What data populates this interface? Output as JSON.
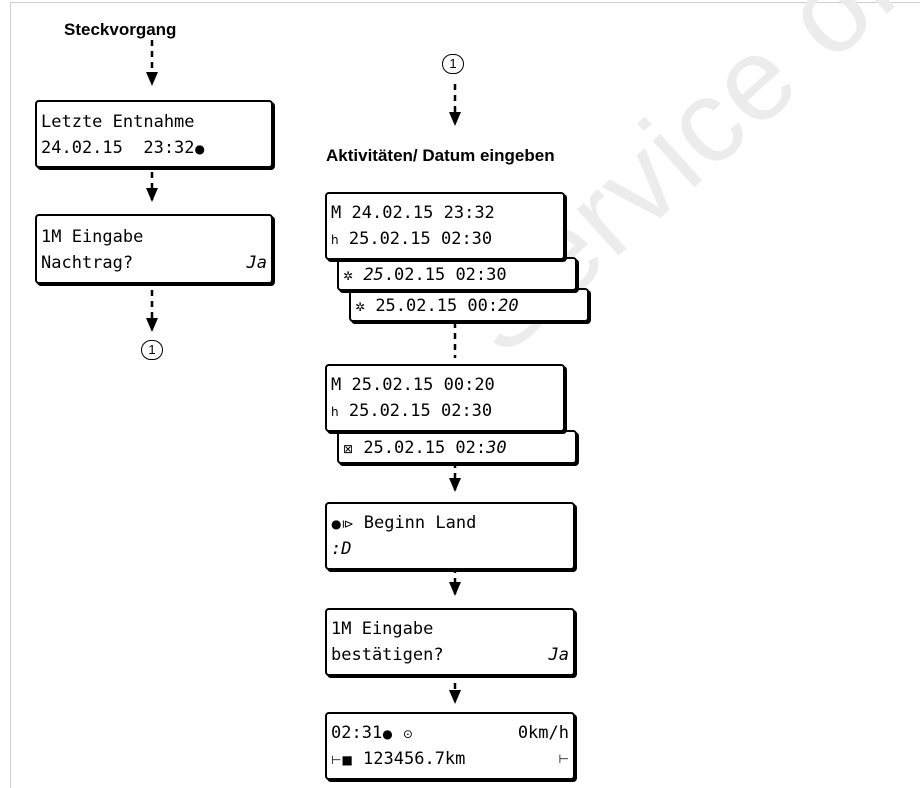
{
  "watermark": "Service only",
  "left": {
    "heading": "Steckvorgang",
    "display1": {
      "line1": "Letzte Entnahme",
      "line2": "24.02.15  23:32"
    },
    "display2": {
      "line1": "1M Eingabe",
      "line2": "Nachtrag?",
      "line2_right": "Ja"
    },
    "marker": "1"
  },
  "right": {
    "marker": "1",
    "heading": "Aktivitäten/ Datum eingeben",
    "stack1": [
      {
        "icon": "M",
        "text": "24.02.15 23:32"
      },
      {
        "icon": "bed",
        "text": "25.02.15 02:30"
      },
      {
        "icon": "asterisk",
        "text_italic": "25",
        "text": ".02.15 02:30"
      },
      {
        "icon": "asterisk",
        "text": "25.02.15 00:",
        "text_italic": "20"
      }
    ],
    "stack2": [
      {
        "icon": "M",
        "text": "25.02.15 00:20"
      },
      {
        "icon": "bed",
        "text": "25.02.15 02:30"
      },
      {
        "icon": "boxed-x",
        "text": "25.02.15 02:",
        "text_italic": "30"
      }
    ],
    "country": {
      "line1": "Beginn Land",
      "line2": ":D"
    },
    "confirm": {
      "line1": "1M Eingabe",
      "line2": "bestätigen?",
      "line2_right": "Ja"
    },
    "standard": {
      "line1_time": "02:31",
      "line1_speed": "0km/h",
      "line2_odo": "123456.7km"
    }
  }
}
